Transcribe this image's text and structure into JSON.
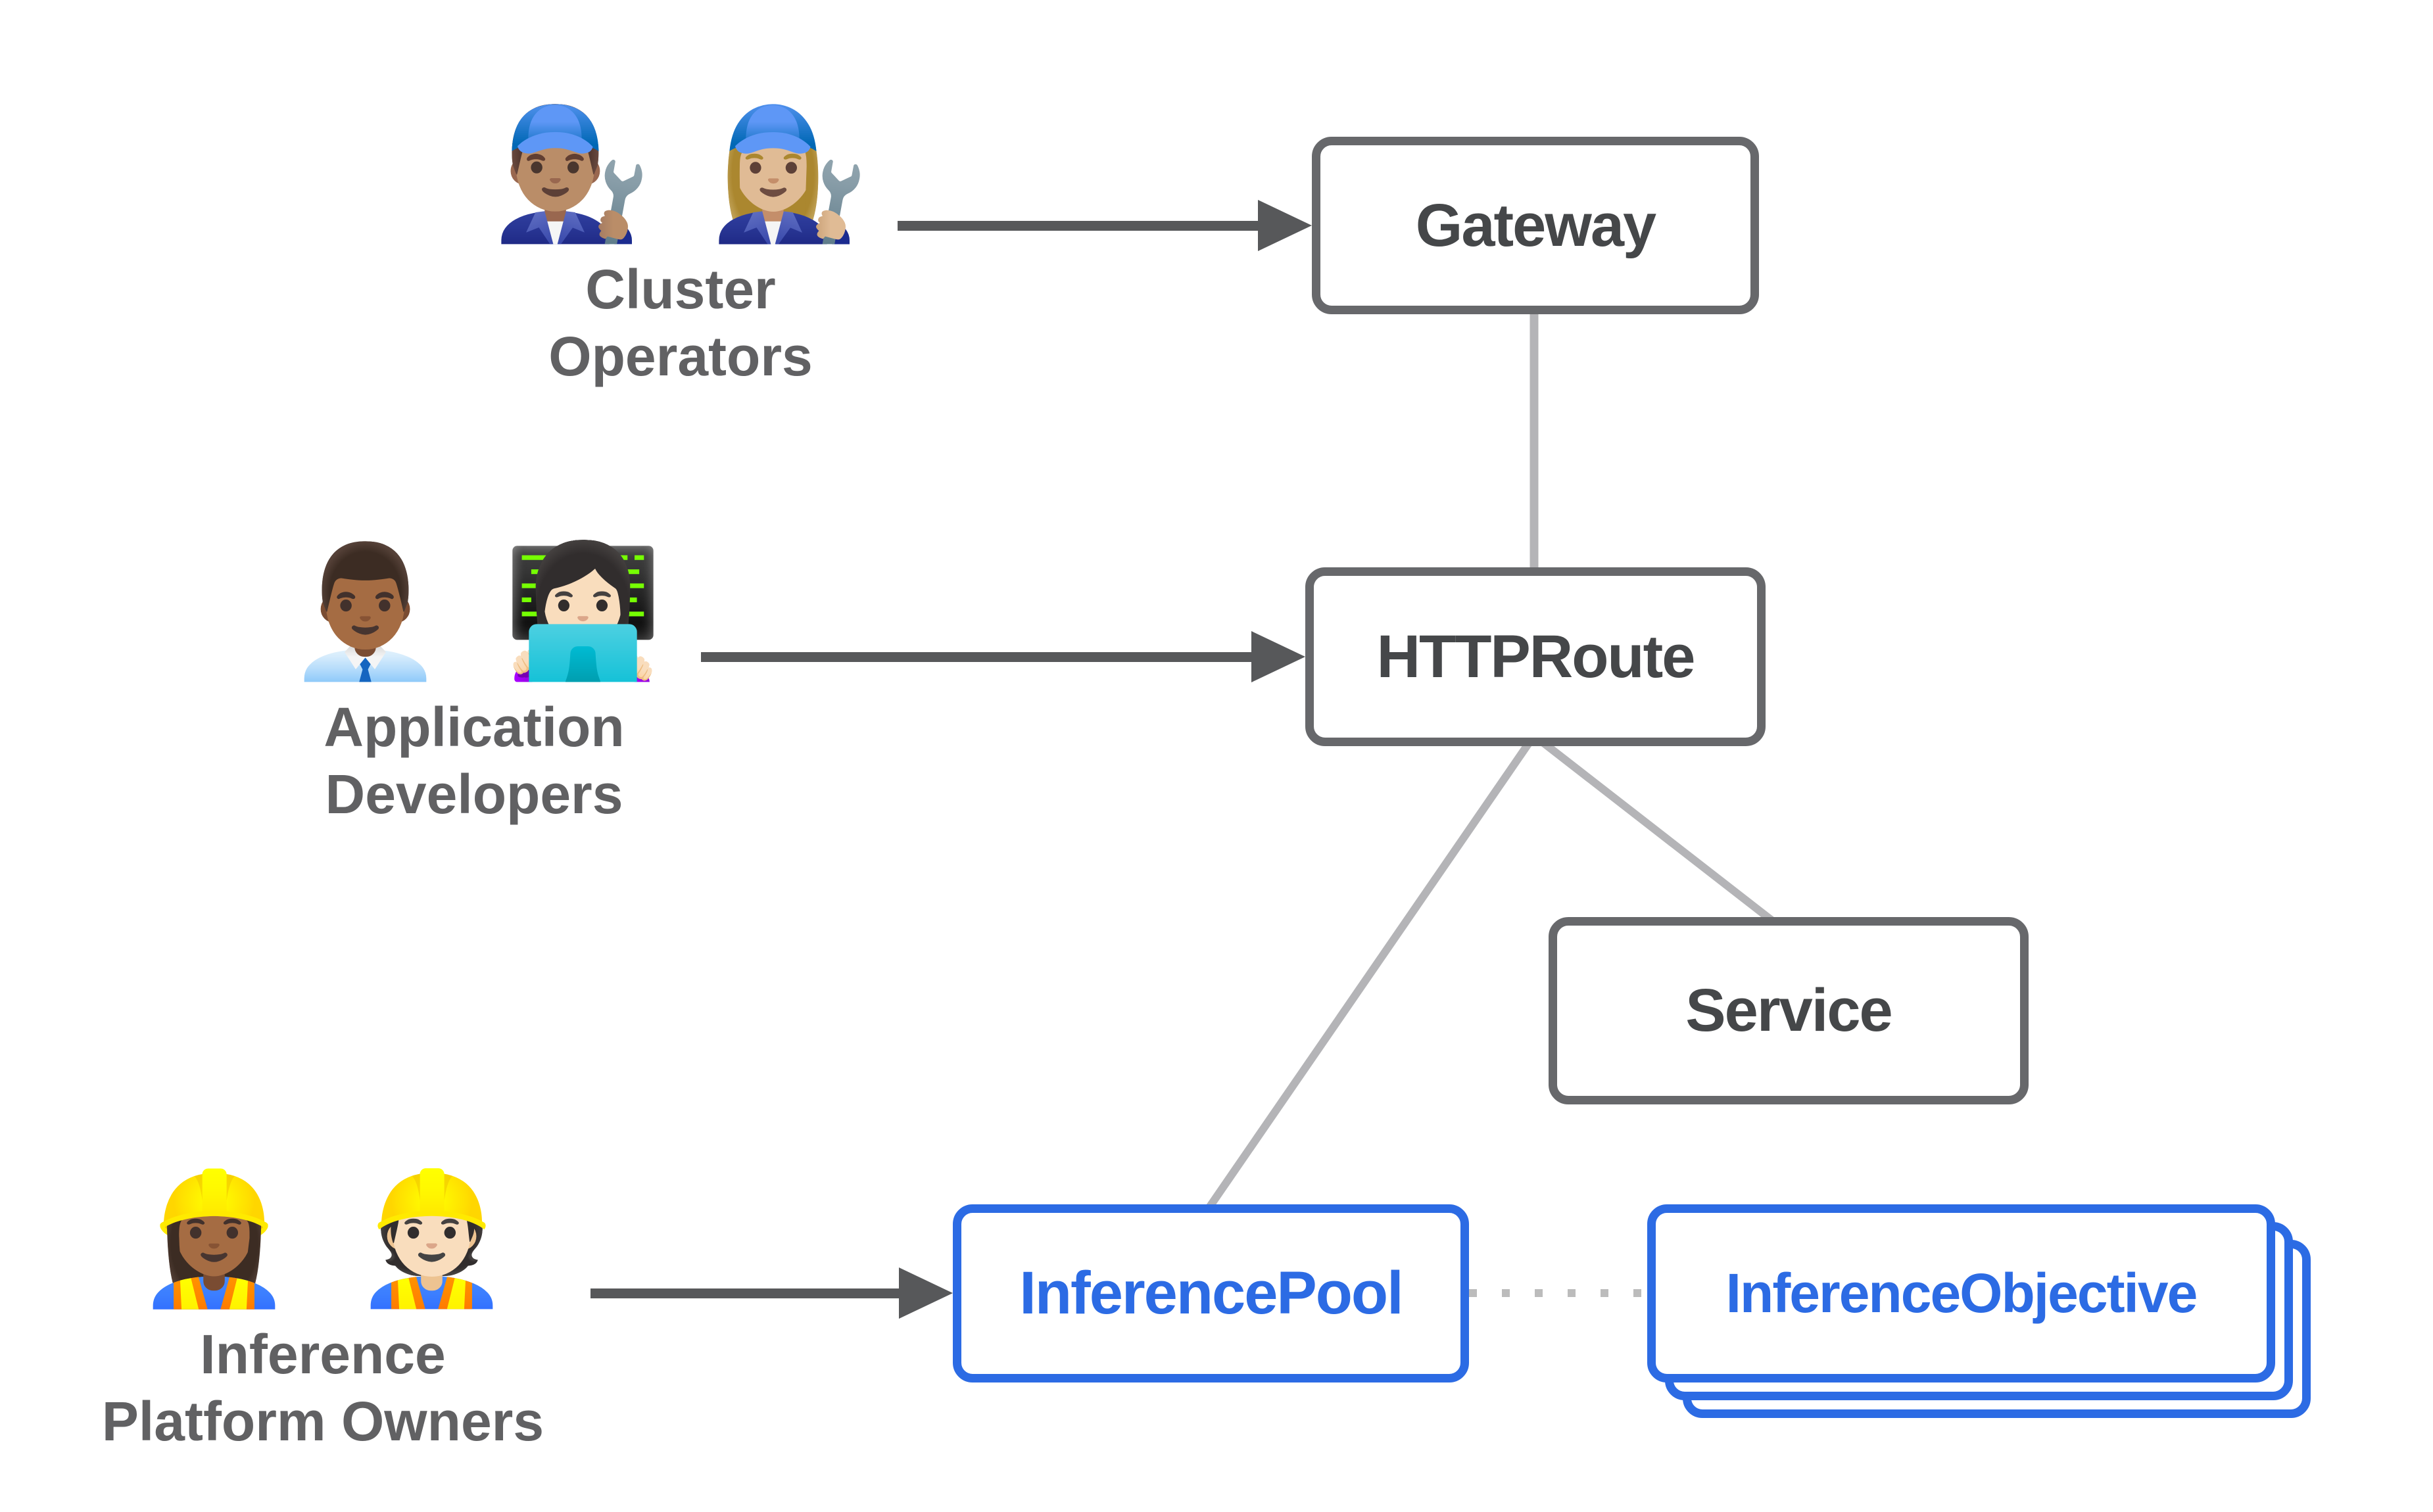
{
  "colors": {
    "box_border_gray": "#67686b",
    "box_text_gray": "#454749",
    "label_gray": "#616163",
    "arrow_gray": "#57585a",
    "connector_gray": "#b4b4b7",
    "dotted_gray": "#bcbcbc",
    "blue": "#2c6be4",
    "background": "#ffffff"
  },
  "actors": [
    {
      "id": "cluster-operators",
      "label_lines": [
        "Cluster",
        "Operators"
      ],
      "emojis": [
        {
          "char": "👨🏽‍🔧",
          "name": "man-mechanic-emoji"
        },
        {
          "char": "👩🏼‍🔧",
          "name": "woman-mechanic-emoji"
        }
      ]
    },
    {
      "id": "application-developers",
      "label_lines": [
        "Application",
        "Developers"
      ],
      "emojis": [
        {
          "char": "👨🏾‍💼",
          "name": "man-office-worker-emoji"
        },
        {
          "char": "👩🏻‍💻",
          "name": "woman-technologist-emoji"
        }
      ]
    },
    {
      "id": "inference-platform-owners",
      "label_lines": [
        "Inference",
        "Platform Owners"
      ],
      "emojis": [
        {
          "char": "👷🏾‍♀️",
          "name": "woman-construction-worker-emoji"
        },
        {
          "char": "👷🏻",
          "name": "man-construction-worker-emoji"
        }
      ]
    }
  ],
  "nodes": {
    "gateway": {
      "label": "Gateway",
      "style": "gray"
    },
    "httproute": {
      "label": "HTTPRoute",
      "style": "gray"
    },
    "service": {
      "label": "Service",
      "style": "gray"
    },
    "inference_pool": {
      "label": "InferencePool",
      "style": "blue"
    },
    "inference_objective": {
      "label": "InferenceObjective",
      "style": "blue",
      "stacked_copies": 3
    }
  }
}
